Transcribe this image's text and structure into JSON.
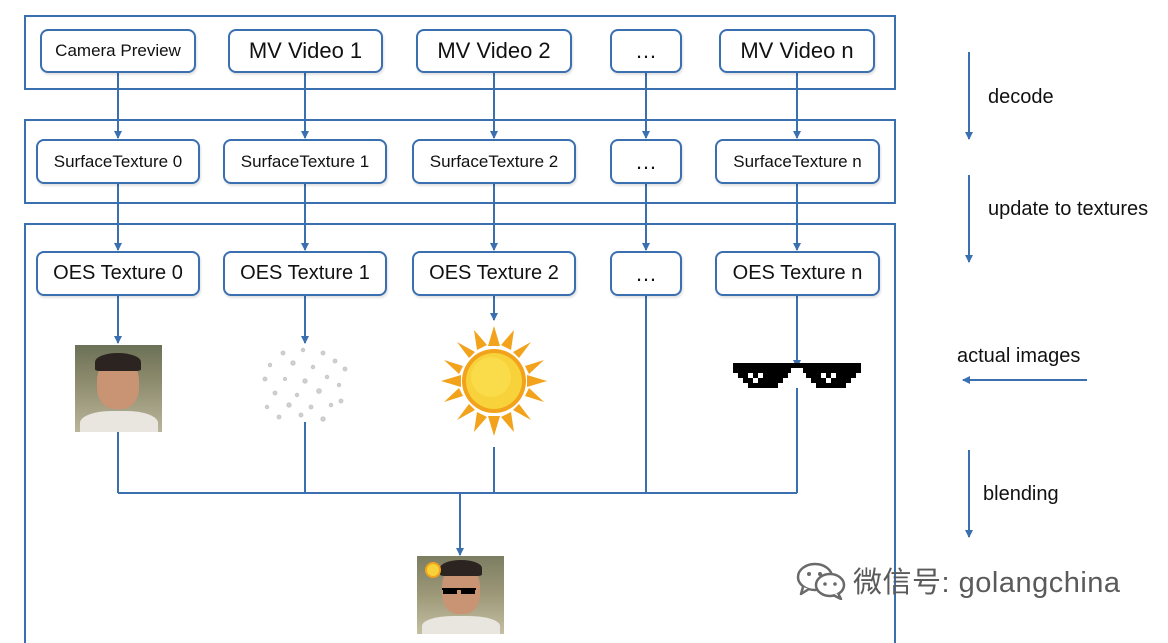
{
  "sources": {
    "camera_preview": "Camera Preview",
    "mv_video_1": "MV Video 1",
    "mv_video_2": "MV Video 2",
    "ellipsis": "…",
    "mv_video_n": "MV Video n"
  },
  "surface_textures": {
    "st_0": "SurfaceTexture 0",
    "st_1": "SurfaceTexture 1",
    "st_2": "SurfaceTexture 2",
    "ellipsis": "…",
    "st_n": "SurfaceTexture n"
  },
  "oes_textures": {
    "oes_0": "OES Texture 0",
    "oes_1": "OES Texture 1",
    "oes_2": "OES Texture 2",
    "ellipsis": "…",
    "oes_n": "OES Texture n"
  },
  "stage_labels": {
    "decode": "decode",
    "update": "update to textures",
    "actual_images": "actual images",
    "blending": "blending"
  },
  "images": {
    "image_0": "camera face photo",
    "image_1": "particle dots",
    "image_2": "sun sticker",
    "image_n": "pixel sunglasses",
    "result": "blended result photo"
  },
  "colors": {
    "frame": "#3a6fb0",
    "sun": "#f7c52b",
    "sun_rays": "#f2a21b"
  },
  "watermark": {
    "icon": "wechat-icon",
    "text": "微信号: golangchina"
  }
}
